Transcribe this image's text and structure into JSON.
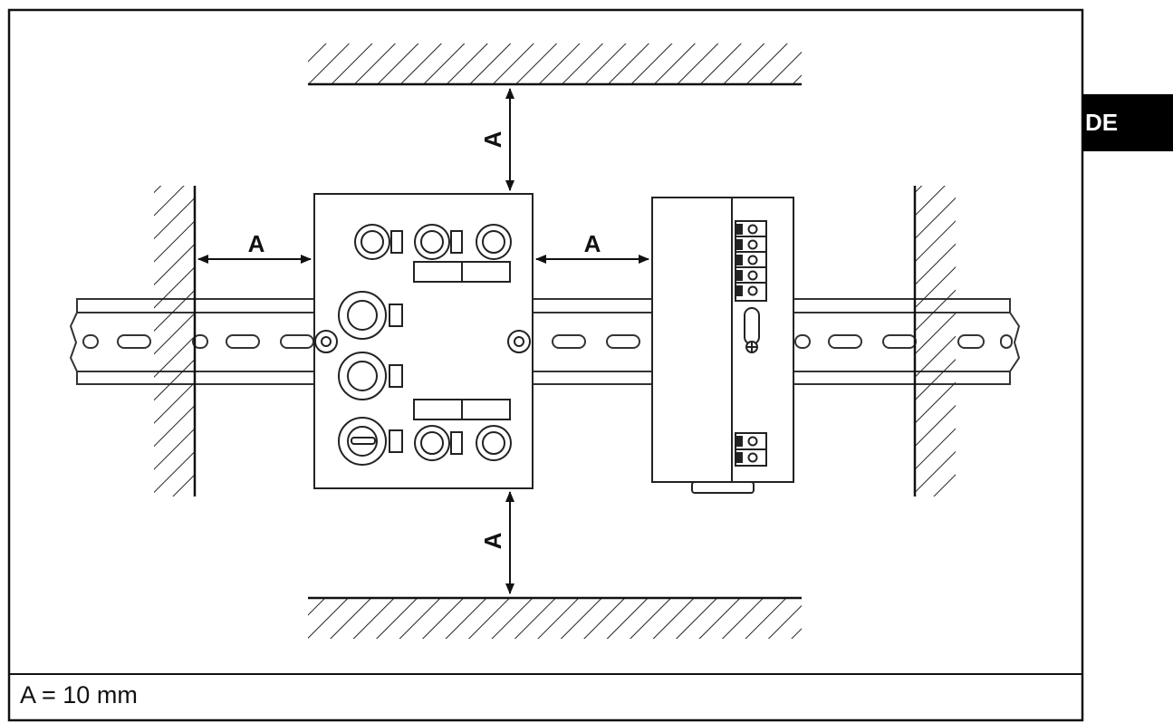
{
  "language_tab": "DE",
  "dimension_letter": "A",
  "caption": "A = 10 mm"
}
